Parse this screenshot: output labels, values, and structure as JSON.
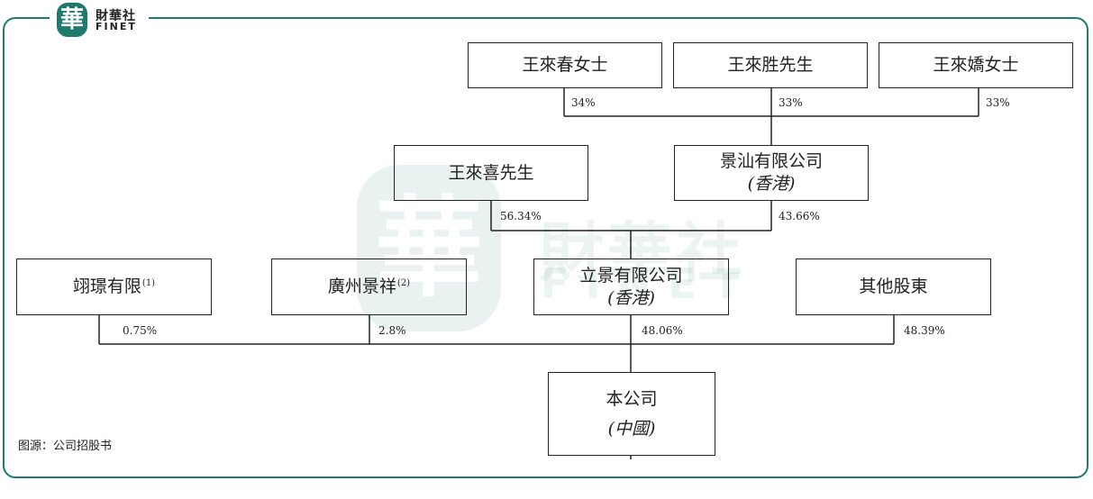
{
  "brand": {
    "seal_char": "華",
    "name_cn": "財華社",
    "name_en": "FINET",
    "color": "#1d7a6c"
  },
  "watermark": {
    "seal_char": "華",
    "name_cn": "財華社",
    "name_en": "FINET"
  },
  "nodes": {
    "wang_chun": {
      "label": "王來春女士"
    },
    "wang_sheng": {
      "label": "王來胜先生"
    },
    "wang_jiao": {
      "label": "王來嬌女士"
    },
    "wang_xi": {
      "label": "王來喜先生"
    },
    "jingshan": {
      "label": "景汕有限公司",
      "sub": "(香港)"
    },
    "yijing": {
      "label": "翊璟有限",
      "note": "(1)"
    },
    "guangzhou": {
      "label": "廣州景祥",
      "note": "(2)"
    },
    "lijing": {
      "label": "立景有限公司",
      "sub": "(香港)"
    },
    "others": {
      "label": "其他股東"
    },
    "company": {
      "label": "本公司",
      "sub": "(中國)"
    }
  },
  "percentages": {
    "wang_chun_to_jingshan": "34%",
    "wang_sheng_to_jingshan": "33%",
    "wang_jiao_to_jingshan": "33%",
    "wang_xi_to_lijing": "56.34%",
    "jingshan_to_lijing": "43.66%",
    "yijing_to_company": "0.75%",
    "guangzhou_to_company": "2.8%",
    "lijing_to_company": "48.06%",
    "others_to_company": "48.39%"
  },
  "source": "图源：公司招股书"
}
